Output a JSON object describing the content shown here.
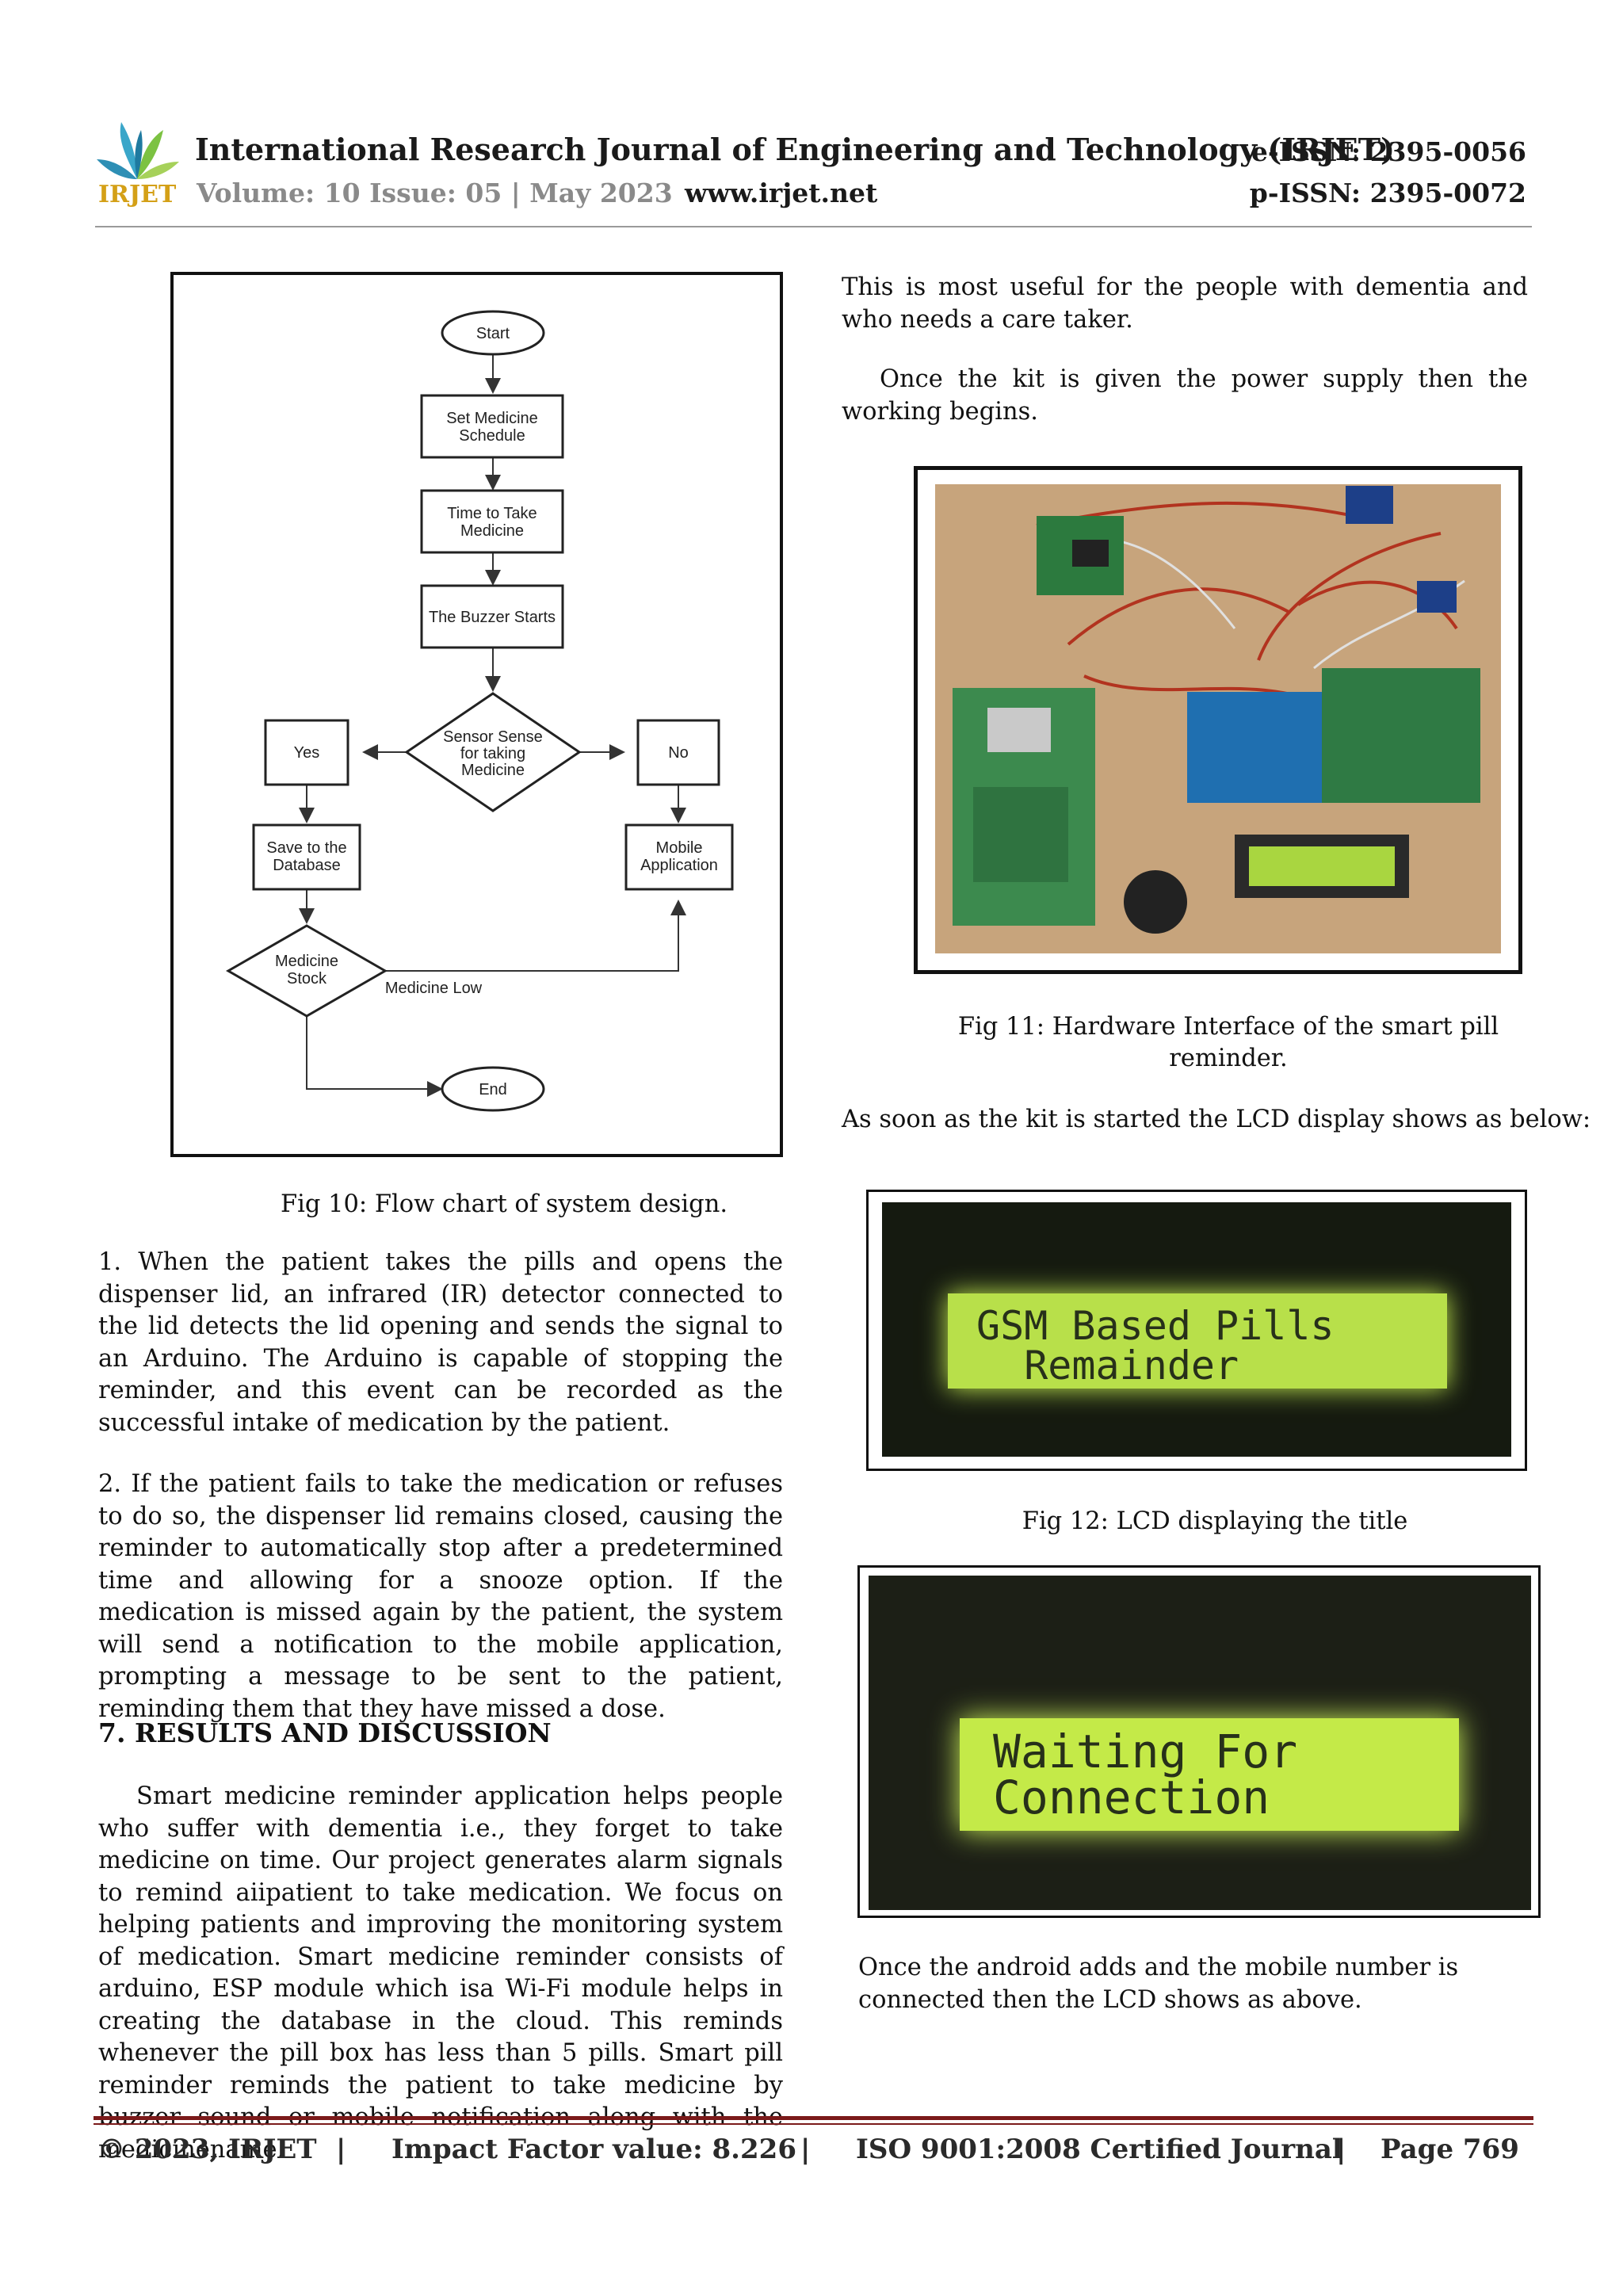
{
  "header": {
    "logo_text": "IRJET",
    "journal_title": "International Research Journal of Engineering and Technology (IRJET)",
    "volume": "Volume: 10 Issue: 05 | May 2023",
    "website": "www.irjet.net",
    "e_issn": "e-ISSN: 2395-0056",
    "p_issn": "p-ISSN: 2395-0072"
  },
  "fig10": {
    "nodes": {
      "start": "Start",
      "set_schedule_1": "Set Medicine",
      "set_schedule_2": "Schedule",
      "time_1": "Time to Take",
      "time_2": "Medicine",
      "buzzer": "The Buzzer Starts",
      "sensor_1": "Sensor Sense",
      "sensor_2": "for taking",
      "sensor_3": "Medicine",
      "yes": "Yes",
      "no": "No",
      "save_1": "Save to the",
      "save_2": "Database",
      "mobile_1": "Mobile",
      "mobile_2": "Application",
      "stock_1": "Medicine",
      "stock_2": "Stock",
      "low": "Medicine Low",
      "end": "End"
    },
    "caption": "Fig 10: Flow chart of system design."
  },
  "left_text": {
    "p1": "1.      When the patient takes the pills and opens the dispenser lid, an infrared (IR) detector connected to the lid detects the lid opening and sends the signal to an Arduino. The Arduino is capable of stopping the reminder, and this event can be recorded as the successful intake of medication by the patient.",
    "p2": "2.      If the patient fails to take the medication or refuses to do so, the dispenser lid remains closed, causing the reminder to automatically stop after a predetermined time and allowing for a snooze option. If the medication is missed again by the patient, the system will send a notification to the mobile application, prompting a message to be sent to the patient, reminding them that they have missed a dose.",
    "heading": "7. RESULTS AND DISCUSSION",
    "p3": "Smart medicine reminder application helps people who suffer with dementia i.e., they forget to take medicine on time. Our project generates alarm signals to remind aiipatient to take medication. We focus on helping patients and improving the monitoring system of medication. Smart medicine reminder consists of arduino, ESP module which isa Wi-Fi module helps in creating the database in the cloud. This reminds whenever the pill box has less than 5 pills. Smart pill reminder reminds the patient to take medicine by buzzer sound or mobile notification along with the medicinename."
  },
  "right_text": {
    "p1": "This is most useful for the people with dementia and who needs a care taker.",
    "p2": "Once the kit is given the power supply then the working begins.",
    "fig11_caption_1": "Fig 11: Hardware Interface of the smart pill",
    "fig11_caption_2": "reminder.",
    "p3": "As soon as the kit is started the LCD display shows as below:",
    "fig12_caption": "Fig 12: LCD displaying the title",
    "p4": "Once the android adds and the mobile number is connected then the LCD shows as above."
  },
  "lcd1": {
    "line1": "GSM Based Pills",
    "line2": "  Remainder"
  },
  "lcd2": {
    "line1": "Waiting For",
    "line2": "Connection"
  },
  "footer": {
    "copyright": "© 2023, IRJET",
    "impact": "Impact Factor value: 8.226",
    "iso": "ISO 9001:2008 Certified Journal",
    "page": "Page 769",
    "sep": "|"
  }
}
